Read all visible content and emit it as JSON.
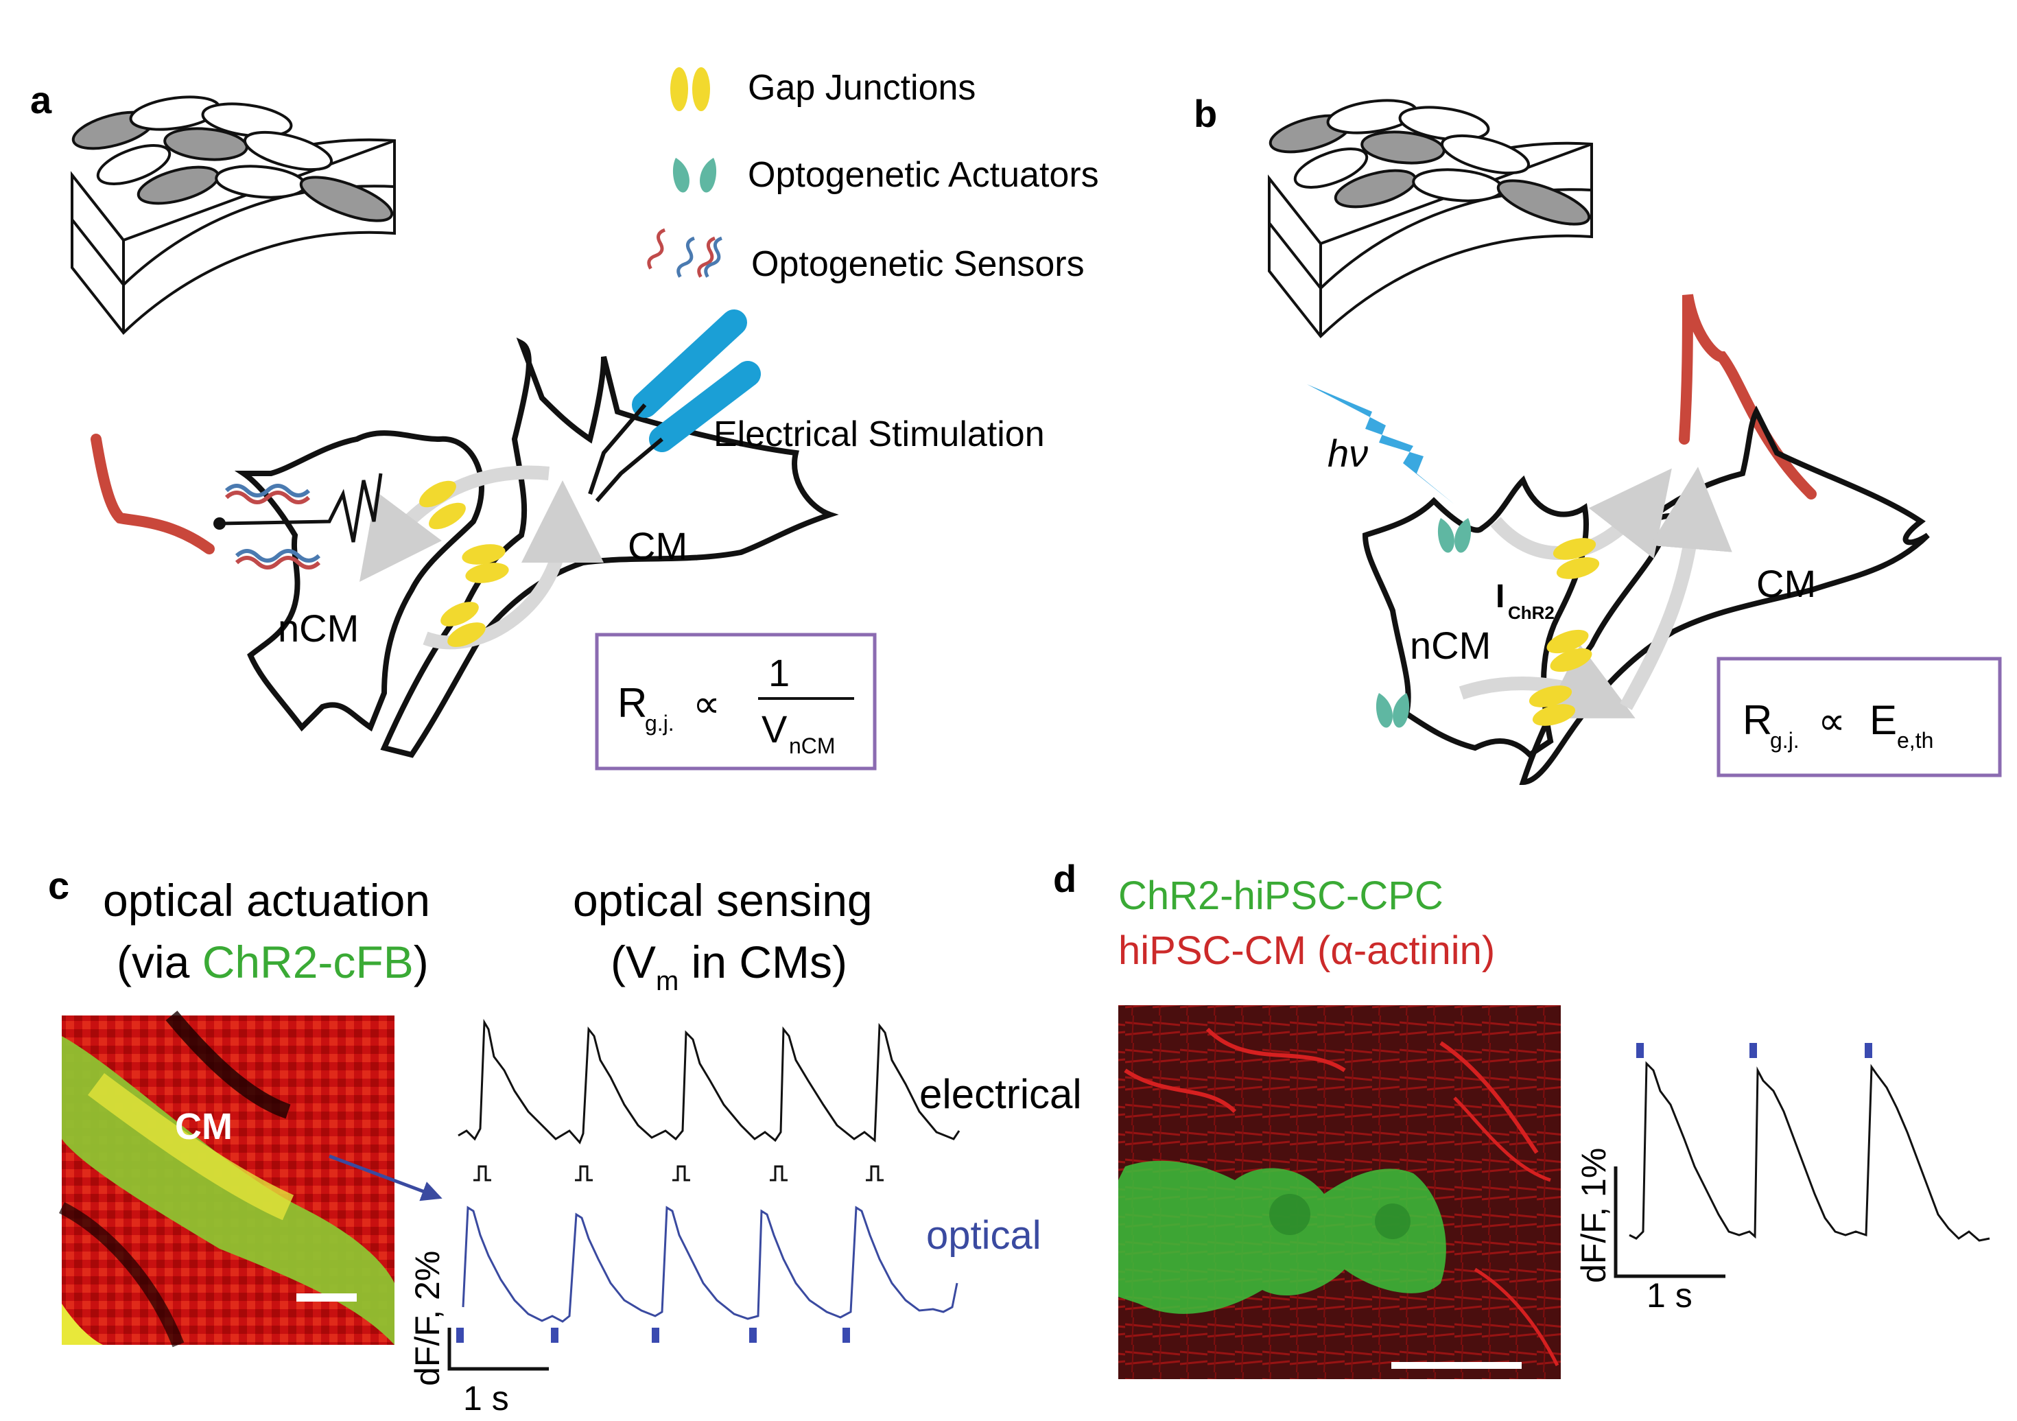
{
  "panel_labels": {
    "a": "a",
    "b": "b",
    "c": "c",
    "d": "d"
  },
  "legend": {
    "gap_junctions": "Gap Junctions",
    "optogenetic_actuators": "Optogenetic Actuators",
    "optogenetic_sensors": "Optogenetic Sensors"
  },
  "panel_a": {
    "electrical_stimulation": "Electrical Stimulation",
    "cm_label": "CM",
    "ncm_label": "nCM",
    "formula": {
      "r": "R",
      "r_sub": "g.j.",
      "prop": "∝",
      "numerator": "1",
      "den_v": "V",
      "den_sub": "nCM"
    }
  },
  "panel_b": {
    "hv": "hν",
    "ichr2_i": "I",
    "ichr2_sub": "ChR2",
    "cm_label": "CM",
    "ncm_label": "nCM",
    "formula": {
      "r": "R",
      "r_sub": "g.j.",
      "prop": "∝",
      "e": "E",
      "e_sub": "e,th"
    }
  },
  "panel_c": {
    "title_left_line1": "optical actuation",
    "title_left_prefix": "(via ",
    "title_left_green": "ChR2-cFB",
    "title_left_suffix": ")",
    "title_right_line1": "optical sensing",
    "title_right_prefix": "(V",
    "title_right_sub": "m",
    "title_right_suffix": " in CMs)",
    "cm_label": "CM",
    "electrical": "electrical",
    "optical": "optical",
    "ylabel": "dF/F, 2%",
    "xlabel": "1 s"
  },
  "panel_d": {
    "title_green": "ChR2-hiPSC-CPC",
    "title_red_prefix": "hiPSC-CM (",
    "title_red_alpha": "α",
    "title_red_suffix": "-actinin)",
    "ylabel": "dF/F, 1%",
    "xlabel": "1 s"
  },
  "colors": {
    "gap_junction": "#f2d92e",
    "actuator": "#5fb7a2",
    "electrode": "#1b9fd6",
    "action_potential": "#c9473b",
    "formula_box": "#8b6bb1",
    "optical_trace": "#3a4aa0",
    "stim_marker": "#3a4ab0",
    "green_text": "#3aaa35",
    "red_text": "#cc2a2a",
    "light_pulse": "#3aa8e0"
  }
}
